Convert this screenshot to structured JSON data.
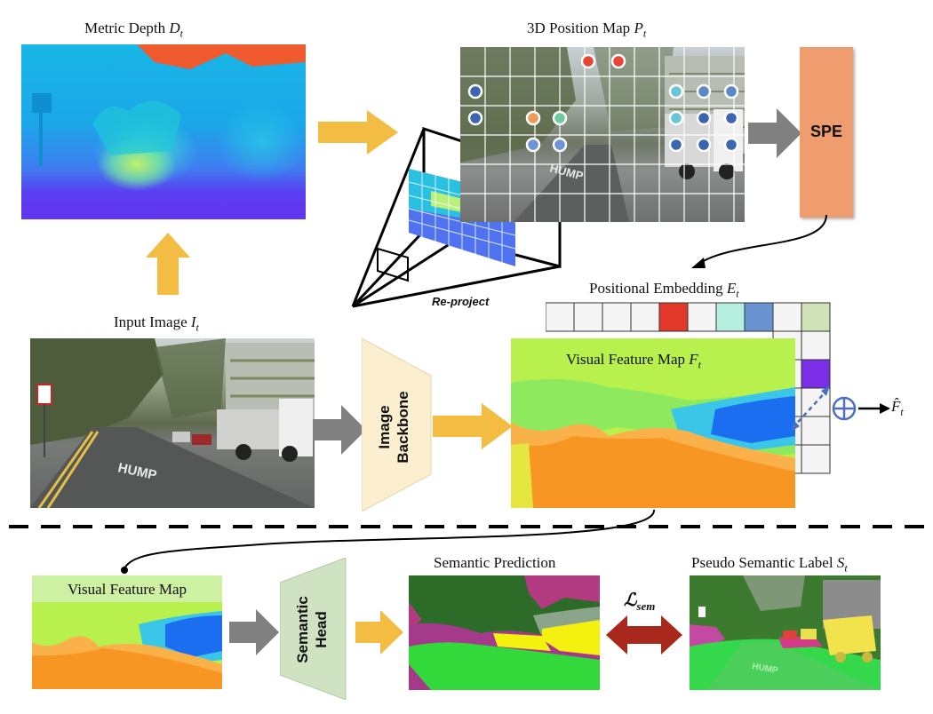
{
  "top": {
    "metric_depth_label": "Metric Depth",
    "metric_depth_symbol": "D",
    "position_map_label": "3D Position Map",
    "position_map_symbol": "P",
    "spe_label": "SPE",
    "reproject_label": "Re-project",
    "positional_embedding_label": "Positional Embedding",
    "positional_embedding_symbol": "E"
  },
  "middle": {
    "input_image_label": "Input Image",
    "input_image_symbol": "I",
    "backbone_line1": "Image",
    "backbone_line2": "Backbone",
    "visual_feature_label": "Visual Feature Map",
    "visual_feature_symbol": "F",
    "output_symbol": "F̂",
    "subscript": "t",
    "road_marking": "HUMP"
  },
  "bottom": {
    "visual_feature_label": "Visual Feature Map",
    "semantic_head_line1": "Semantic",
    "semantic_head_line2": "Head",
    "semantic_prediction_label": "Semantic Prediction",
    "pseudo_label": "Pseudo Semantic Label",
    "pseudo_symbol": "S",
    "loss_symbol": "ℒ",
    "loss_subscript": "sem"
  },
  "colors": {
    "arrow_yellow": "#f2bd42",
    "arrow_gray": "#808080",
    "spe_fill": "#ef9c6e",
    "backbone_fill": "#fcefcf",
    "semantic_head_fill": "#cfe3c2",
    "loss_arrow": "#a8291c"
  }
}
